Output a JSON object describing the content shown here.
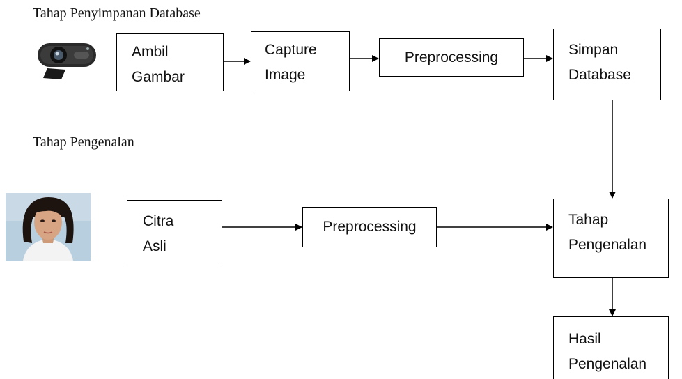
{
  "sections": {
    "database": "Tahap Penyimpanan Database",
    "recognition": "Tahap Pengenalan"
  },
  "nodes": {
    "ambil_gambar": [
      "Ambil",
      "Gambar"
    ],
    "capture_image": [
      "Capture",
      "Image"
    ],
    "preprocessing_db": "Preprocessing",
    "simpan_database": [
      "Simpan",
      "Database"
    ],
    "citra_asli": [
      "Citra",
      "Asli"
    ],
    "preprocessing_rec": "Preprocessing",
    "tahap_pengenalan": [
      "Tahap",
      "Pengenalan"
    ],
    "hasil_pengenalan": [
      "Hasil",
      "Pengenalan"
    ]
  },
  "icons": {
    "webcam": "webcam-icon",
    "face_photo": "face-photo"
  },
  "colors": {
    "line": "#000000",
    "webcam_body": "#2a2a2a",
    "photo_background": "#b8cfe0",
    "hair": "#1d1410",
    "skin": "#d7a583",
    "shirt": "#f3f3f3"
  }
}
